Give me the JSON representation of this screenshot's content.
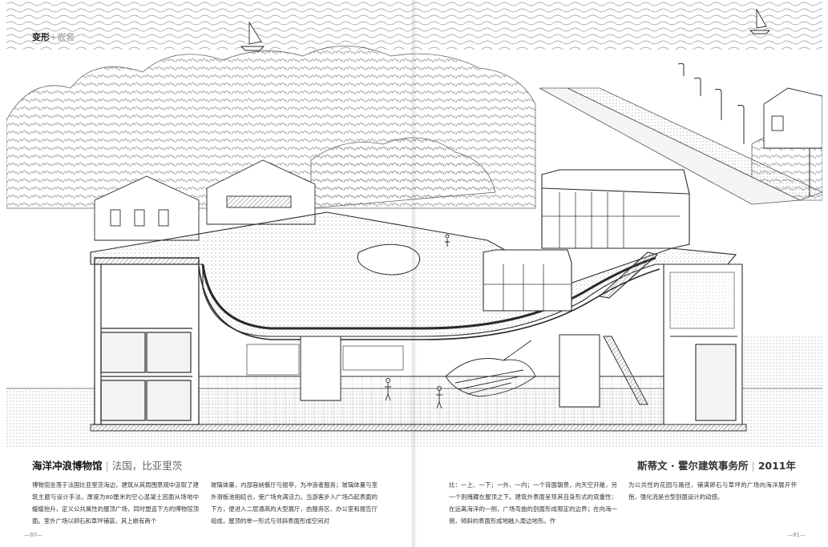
{
  "header": {
    "section": "变形",
    "subsection": "+嵌套"
  },
  "project": {
    "name": "海洋冲浪博物馆",
    "location": "法国，比亚里茨",
    "office": "斯蒂文 · 霍尔建筑事务所",
    "year": "2011年"
  },
  "body_text": {
    "col1": "博物馆坐落于法国比亚里茨海边，建筑从其周围景观中汲取了建筑主题与设计手法。厚度为80厘米的空心混凝土因面从场地中缓缓抬升，定义公共属性的屋顶广场，同时塑造下方的博物馆顶面。室外广场以卵石和草坪铺装，其上嵌有两个",
    "col2": "玻璃体量，内部容纳餐厅与报亭，为冲浪者服务；玻璃体量与室外滑板池相结合，使广场充满活力。当游客步入广场凸起表面的下方，便进入二层通高的大型展厅，由服务区、办公室和报告厅组成，屋顶的单一形式与邻斜表面形成空间对",
    "col3": "比：一上、一下；一外、一内；一个背面朝景，向天空开敞，另一个则掩藏在屋顶之下。建筑外表面呈现其自身形式的双重性：在远离海洋的一侧，广场弯曲的剖面形成限定的边界；在向海一侧，倾斜的表面形成地融入周边地形。作",
    "col4": "为公共性的花园与路径，铺满卵石与草坪的广场向海洋展开怀抱，强化流是合型剖面设计的动感。"
  },
  "folios": {
    "left": "—80—",
    "right": "—81—"
  },
  "drawing": {
    "colors": {
      "line": "#2a2a2a",
      "light_line": "#9a9a9a",
      "hatch": "#777777",
      "glass": "#3a3a3a",
      "paper": "#ffffff"
    }
  }
}
